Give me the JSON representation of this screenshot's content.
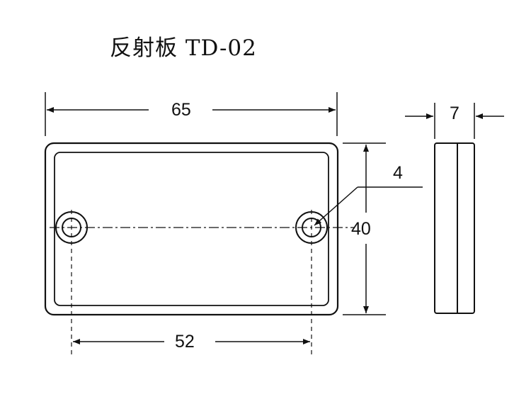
{
  "title": "反射板 TD-02",
  "dimensions": {
    "width": "65",
    "height": "40",
    "hole_spacing": "52",
    "hole_diameter": "4",
    "thickness": "7"
  }
}
